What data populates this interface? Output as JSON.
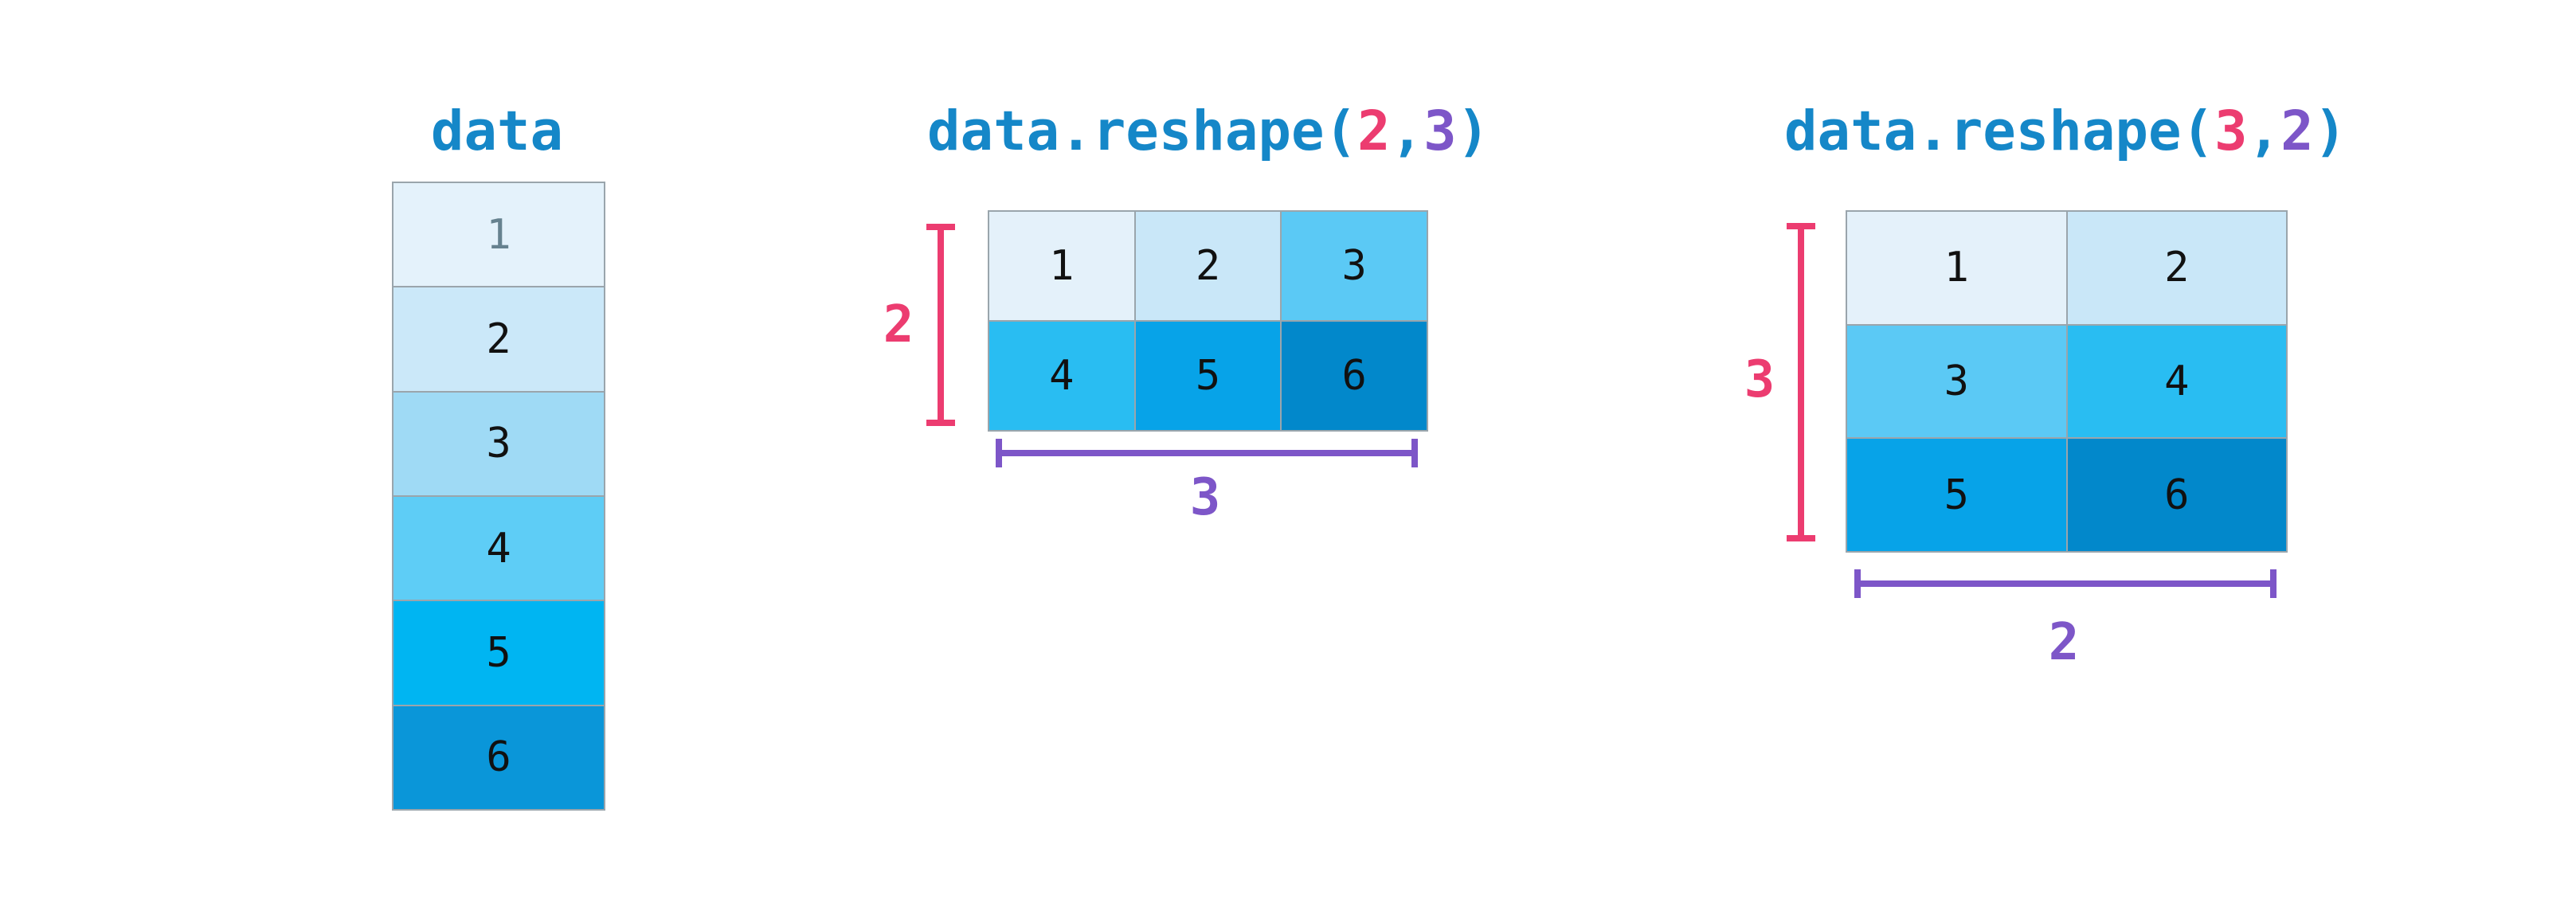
{
  "palette": {
    "title_blue": "#1587c8",
    "rows_pink": "#ec3c70",
    "cols_purple": "#7d56c8",
    "cell_border": "#9aa5ac",
    "number_dark": "#111111",
    "number_muted": "#66828f"
  },
  "figures": [
    {
      "name": "data",
      "title_segments": [
        {
          "text": "data",
          "color": "#1587c8"
        }
      ],
      "grid": {
        "rows": 6,
        "cols": 1,
        "cells": [
          {
            "value": "1",
            "bg": "#e4f2fb",
            "fg": "#66828f"
          },
          {
            "value": "2",
            "bg": "#cbe8f9",
            "fg": "#111111"
          },
          {
            "value": "3",
            "bg": "#9fdaf5",
            "fg": "#111111"
          },
          {
            "value": "4",
            "bg": "#5ecdf6",
            "fg": "#111111"
          },
          {
            "value": "5",
            "bg": "#00b5f2",
            "fg": "#111111"
          },
          {
            "value": "6",
            "bg": "#0a96d9",
            "fg": "#111111"
          }
        ]
      }
    },
    {
      "name": "data.reshape(2,3)",
      "title_segments": [
        {
          "text": "data.reshape(",
          "color": "#1587c8"
        },
        {
          "text": "2",
          "color": "#ec3c70"
        },
        {
          "text": ",",
          "color": "#1587c8"
        },
        {
          "text": "3",
          "color": "#7d56c8"
        },
        {
          "text": ")",
          "color": "#1587c8"
        }
      ],
      "grid": {
        "rows": 2,
        "cols": 3,
        "cells": [
          {
            "value": "1",
            "bg": "#e4f1fa",
            "fg": "#111111"
          },
          {
            "value": "2",
            "bg": "#c9e7f8",
            "fg": "#111111"
          },
          {
            "value": "3",
            "bg": "#5bc9f5",
            "fg": "#111111"
          },
          {
            "value": "4",
            "bg": "#29bdf2",
            "fg": "#111111"
          },
          {
            "value": "5",
            "bg": "#07a3e8",
            "fg": "#111111"
          },
          {
            "value": "6",
            "bg": "#0288cb",
            "fg": "#111111"
          }
        ]
      },
      "row_bracket": {
        "label": "2",
        "color": "#ec3c70"
      },
      "col_bracket": {
        "label": "3",
        "color": "#7d56c8"
      }
    },
    {
      "name": "data.reshape(3,2)",
      "title_segments": [
        {
          "text": "data.reshape(",
          "color": "#1587c8"
        },
        {
          "text": "3",
          "color": "#ec3c70"
        },
        {
          "text": ",",
          "color": "#1587c8"
        },
        {
          "text": "2",
          "color": "#7d56c8"
        },
        {
          "text": ")",
          "color": "#1587c8"
        }
      ],
      "grid": {
        "rows": 3,
        "cols": 2,
        "cells": [
          {
            "value": "1",
            "bg": "#e4f1fa",
            "fg": "#111111"
          },
          {
            "value": "2",
            "bg": "#c9e7f8",
            "fg": "#111111"
          },
          {
            "value": "3",
            "bg": "#5bc9f5",
            "fg": "#111111"
          },
          {
            "value": "4",
            "bg": "#29bdf2",
            "fg": "#111111"
          },
          {
            "value": "5",
            "bg": "#07a3e8",
            "fg": "#111111"
          },
          {
            "value": "6",
            "bg": "#0288cb",
            "fg": "#111111"
          }
        ]
      },
      "row_bracket": {
        "label": "3",
        "color": "#ec3c70"
      },
      "col_bracket": {
        "label": "2",
        "color": "#7d56c8"
      }
    }
  ]
}
